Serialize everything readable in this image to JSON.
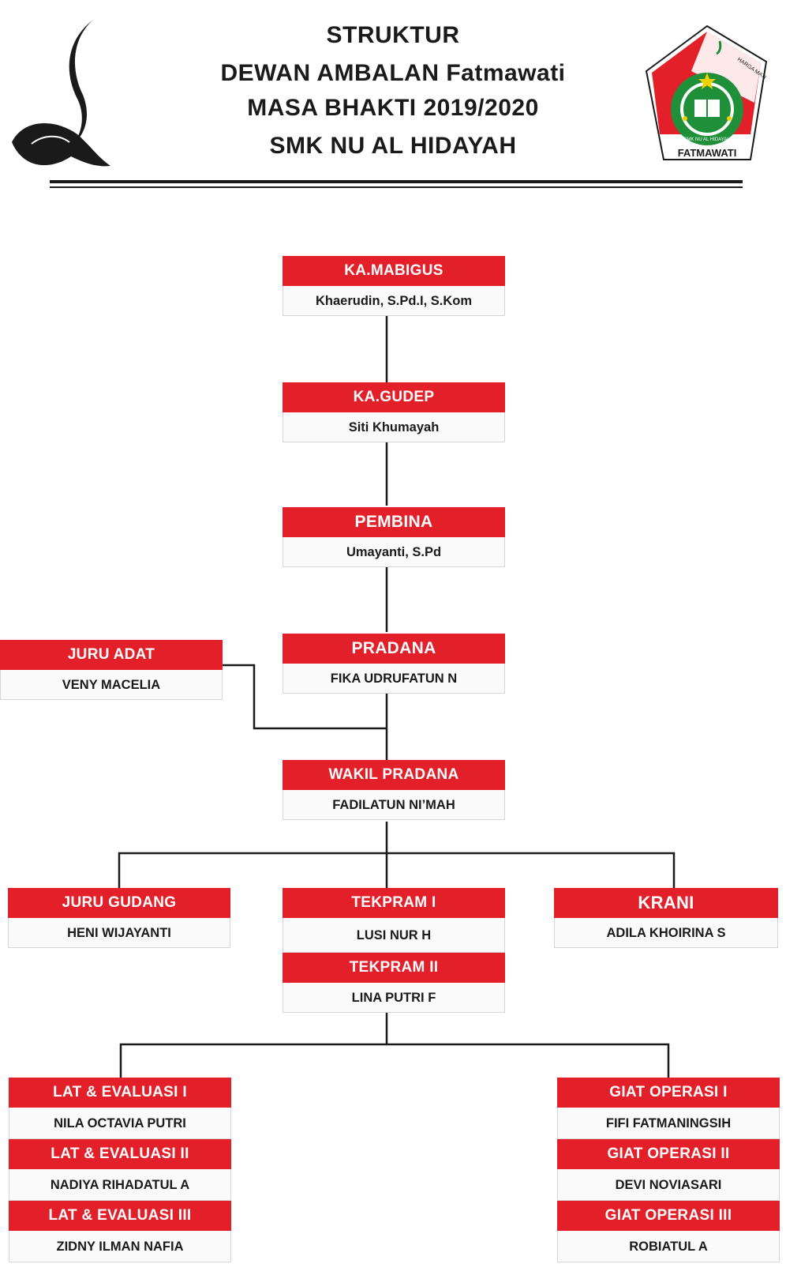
{
  "header": {
    "line1": "STRUKTUR",
    "line2": "DEWAN AMBALAN Fatmawati",
    "line3": "MASA BHAKTI 2019/2020",
    "line4": "SMK NU AL HIDAYAH"
  },
  "logos": {
    "left": {
      "icon": "tunas-kelapa-icon"
    },
    "right": {
      "icon": "fatmawati-crest-icon",
      "label": "FATMAWATI",
      "arc_text": "HARGA MATI",
      "ring_text": "SMK NU AL HIDAYAH"
    }
  },
  "colors": {
    "accent": "#e3202a",
    "text": "#1a1a1a",
    "crest_green": "#1f8f3a",
    "crest_yellow": "#f5d000"
  },
  "positions": {
    "ka_mabigus": {
      "title": "KA.MABIGUS",
      "name": "Khaerudin, S.Pd.I, S.Kom"
    },
    "ka_gudep": {
      "title": "KA.GUDEP",
      "name": "Siti Khumayah"
    },
    "pembina": {
      "title": "PEMBINA",
      "name": "Umayanti, S.Pd"
    },
    "pradana": {
      "title": "PRADANA",
      "name": "FIKA UDRUFATUN N"
    },
    "juru_adat": {
      "title": "JURU ADAT",
      "name": "VENY MACELIA"
    },
    "wakil_pradana": {
      "title": "WAKIL PRADANA",
      "name": "FADILATUN NI’MAH"
    },
    "juru_gudang": {
      "title": "JURU GUDANG",
      "name": "HENI WIJAYANTI"
    },
    "tekpram_1": {
      "title": "TEKPRAM I",
      "name": "LUSI NUR H"
    },
    "tekpram_2": {
      "title": "TEKPRAM II",
      "name": "LINA PUTRI F"
    },
    "krani": {
      "title": "KRANI",
      "name": "ADILA KHOIRINA S"
    },
    "lat_evaluasi": [
      {
        "title": "LAT & EVALUASI I",
        "name": "NILA OCTAVIA PUTRI"
      },
      {
        "title": "LAT & EVALUASI II",
        "name": "NADIYA RIHADATUL A"
      },
      {
        "title": "LAT & EVALUASI III",
        "name": "ZIDNY ILMAN NAFIA"
      }
    ],
    "giat_operasi": [
      {
        "title": "GIAT OPERASI I",
        "name": "FIFI FATMANINGSIH"
      },
      {
        "title": "GIAT OPERASI II",
        "name": "DEVI NOVIASARI"
      },
      {
        "title": "GIAT OPERASI III",
        "name": "ROBIATUL A"
      }
    ]
  }
}
